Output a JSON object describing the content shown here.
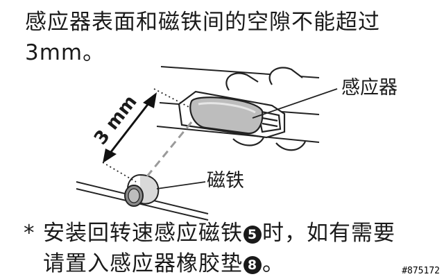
{
  "heading": {
    "line1": "感应器表面和磁铁间的空隙不能超过",
    "line2": "3mm。"
  },
  "labels": {
    "sensor": "感应器",
    "magnet": "磁铁",
    "gap": "3 mm"
  },
  "note": {
    "star": "*",
    "line1_a": "安装回转速感应磁铁",
    "badge_1": "5",
    "line1_b": "时，如有需要",
    "line2_a": "请置入感应器橡胶垫",
    "badge_2": "8",
    "line2_b": "。"
  },
  "figure_code": "#875172"
}
